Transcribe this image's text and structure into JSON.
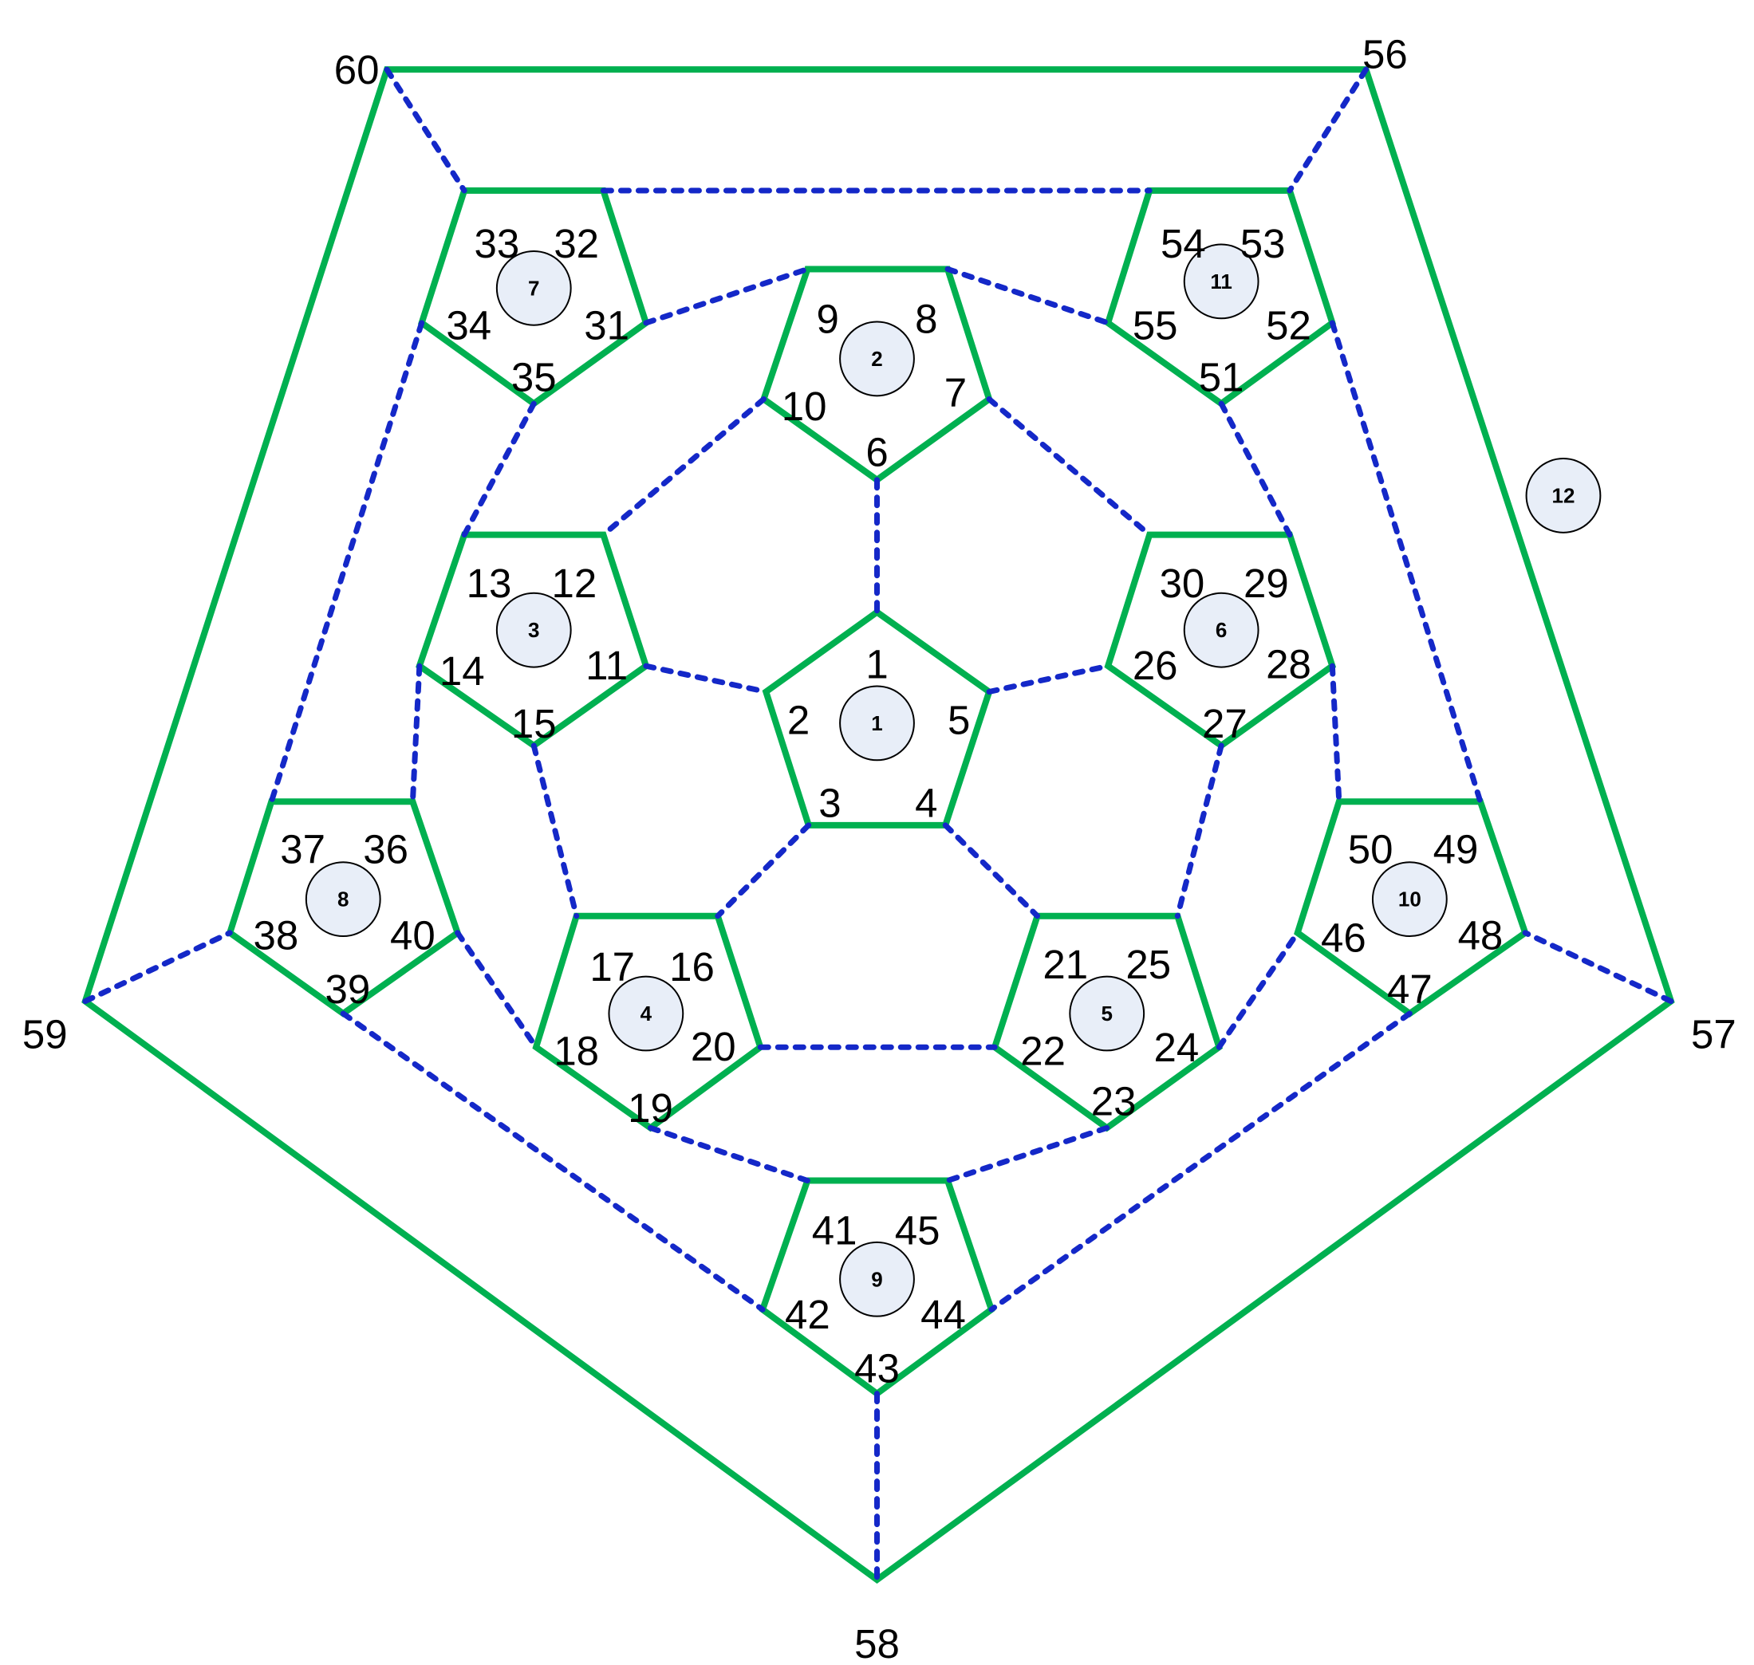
{
  "vertex_labels": [
    "1",
    "2",
    "3",
    "4",
    "5",
    "6",
    "7",
    "8",
    "9",
    "10",
    "11",
    "12",
    "13",
    "14",
    "15",
    "16",
    "17",
    "18",
    "19",
    "20",
    "21",
    "22",
    "23",
    "24",
    "25",
    "26",
    "27",
    "28",
    "29",
    "30",
    "31",
    "32",
    "33",
    "34",
    "35",
    "36",
    "37",
    "38",
    "39",
    "40",
    "41",
    "42",
    "43",
    "44",
    "45",
    "46",
    "47",
    "48",
    "49",
    "50",
    "51",
    "52",
    "53",
    "54",
    "55",
    "56",
    "57",
    "58",
    "59",
    "60"
  ],
  "face_labels": [
    "1",
    "2",
    "3",
    "4",
    "5",
    "6",
    "7",
    "8",
    "9",
    "10",
    "11",
    "12"
  ],
  "colors": {
    "pentagon_edges": "#00b050",
    "connector_edges": "#1428c8",
    "face_marker_fill": "#e8eef8"
  }
}
